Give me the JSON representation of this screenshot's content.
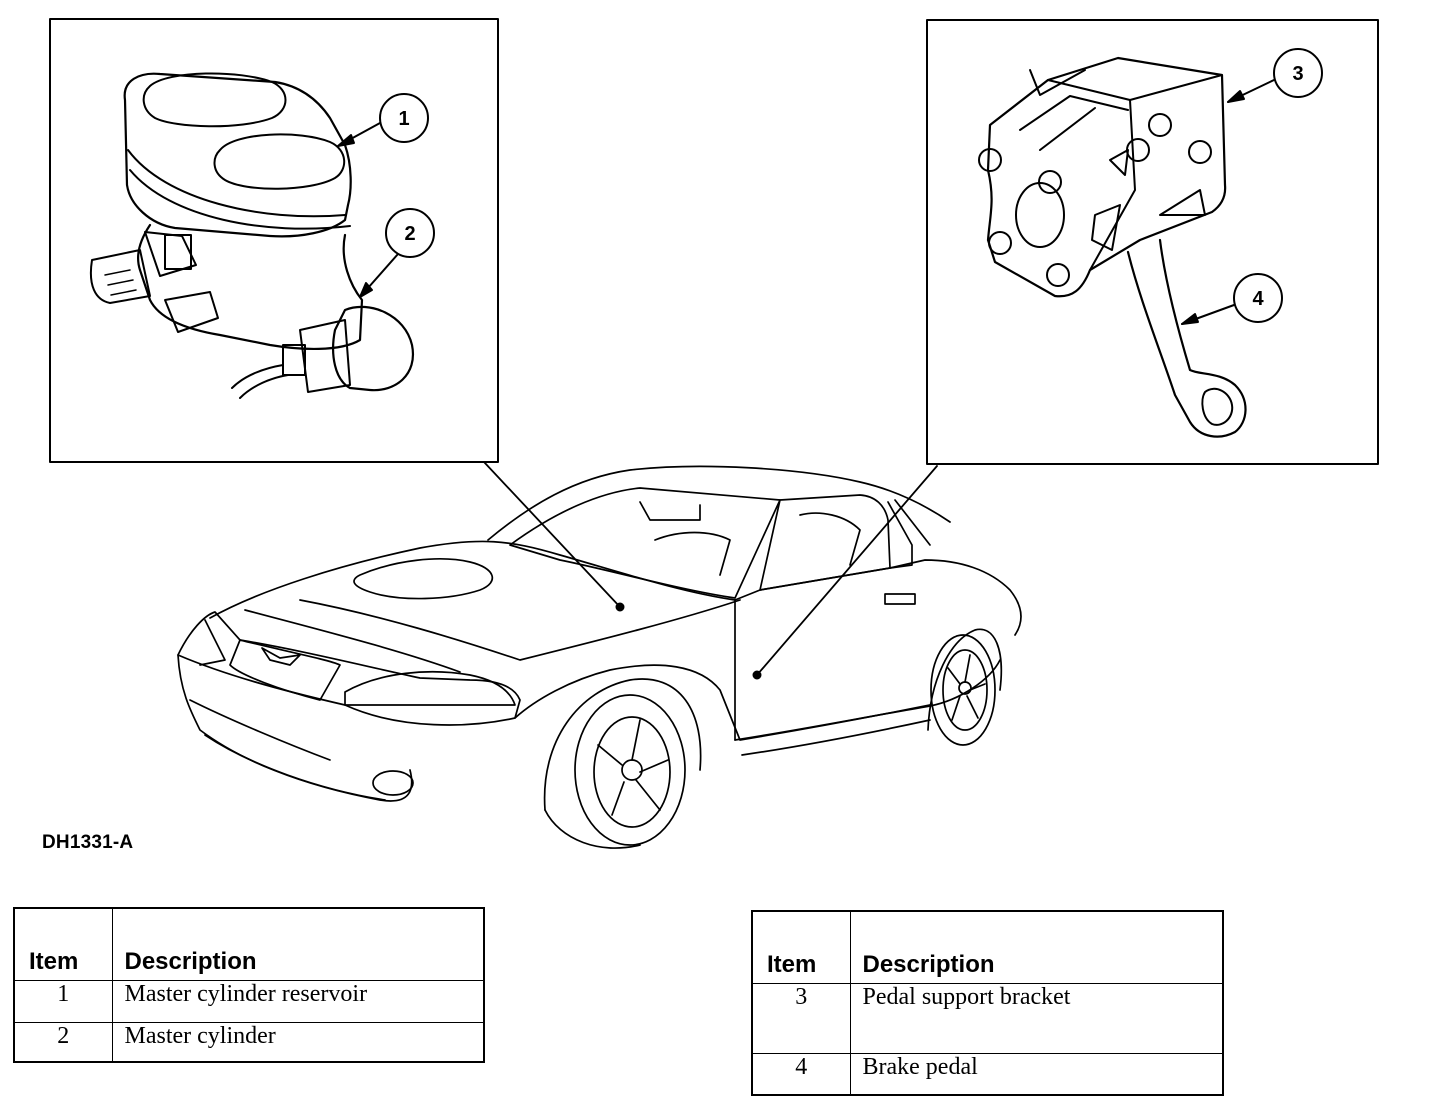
{
  "figure_code": "DH1331-A",
  "callouts": [
    "1",
    "2",
    "3",
    "4"
  ],
  "legend_left": {
    "headers": {
      "item": "Item",
      "description": "Description"
    },
    "rows": [
      {
        "item": "1",
        "description": "Master cylinder reservoir"
      },
      {
        "item": "2",
        "description": "Master cylinder"
      }
    ]
  },
  "legend_right": {
    "headers": {
      "item": "Item",
      "description": "Description"
    },
    "rows": [
      {
        "item": "3",
        "description": "Pedal support bracket"
      },
      {
        "item": "4",
        "description": "Brake pedal"
      }
    ]
  }
}
